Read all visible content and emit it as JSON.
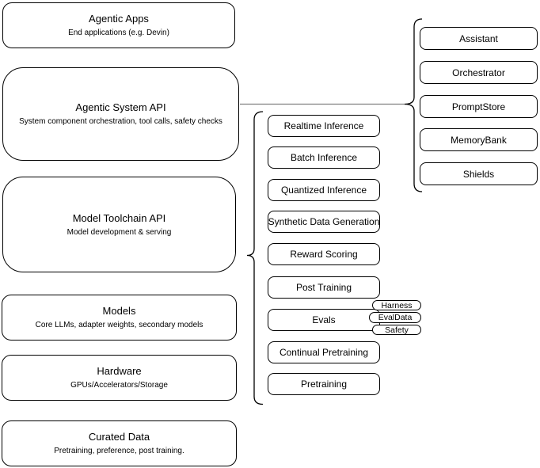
{
  "diagram": {
    "title": "Agentic system architecture diagram",
    "colors": {
      "background": "#ffffff",
      "shape_stroke": "#000000",
      "connector_stroke": "#7f7f7f",
      "text": "#000000"
    },
    "left_column": {
      "items": [
        {
          "title": "Agentic Apps",
          "subtitle": "End applications (e.g. Devin)"
        },
        {
          "title": "Agentic System API",
          "subtitle": "System component orchestration, tool calls, safety checks"
        },
        {
          "title": "Model Toolchain API",
          "subtitle": "Model development & serving"
        },
        {
          "title": "Models",
          "subtitle": "Core LLMs, adapter weights, secondary models"
        },
        {
          "title": "Hardware",
          "subtitle": "GPUs/Accelerators/Storage"
        },
        {
          "title": "Curated Data",
          "subtitle": "Pretraining, preference, post training."
        }
      ]
    },
    "toolchain_services": {
      "items": [
        {
          "label": "Realtime Inference"
        },
        {
          "label": "Batch Inference"
        },
        {
          "label": "Quantized Inference"
        },
        {
          "label": "Synthetic Data Generation"
        },
        {
          "label": "Reward Scoring"
        },
        {
          "label": "Post Training"
        },
        {
          "label": "Evals"
        },
        {
          "label": "Continual Pretraining"
        },
        {
          "label": "Pretraining"
        }
      ],
      "eval_tags": [
        {
          "label": "Harness"
        },
        {
          "label": "EvalData"
        },
        {
          "label": "Safety"
        }
      ]
    },
    "system_components": {
      "items": [
        {
          "label": "Assistant"
        },
        {
          "label": "Orchestrator"
        },
        {
          "label": "PromptStore"
        },
        {
          "label": "MemoryBank"
        },
        {
          "label": "Shields"
        }
      ]
    }
  }
}
